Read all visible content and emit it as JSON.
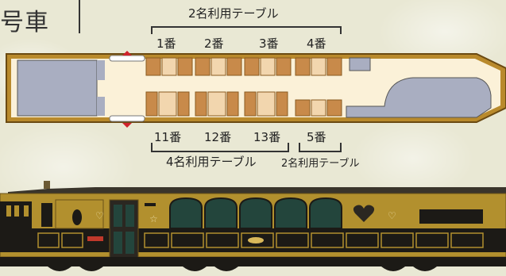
{
  "header": {
    "car_label": "号車"
  },
  "seat_map": {
    "top_group_label": "2名利用テーブル",
    "bottom_group_label_4": "4名利用テーブル",
    "bottom_group_label_2": "2名利用テーブル",
    "top_seats": [
      "1番",
      "2番",
      "3番",
      "4番"
    ],
    "bottom_seats": [
      "11番",
      "12番",
      "13番",
      "5番"
    ]
  },
  "colors": {
    "car_body": "#b98a2c",
    "car_outline": "#6b4a12",
    "floor": "#fbf1d8",
    "seat": "#d9a05b",
    "seat_light": "#f2d6ae",
    "gray_area": "#a9aec1",
    "arrow": "#d0222c",
    "train_gold": "#b2902e",
    "train_dark": "#1c1a16",
    "window_green": "#23453c"
  }
}
